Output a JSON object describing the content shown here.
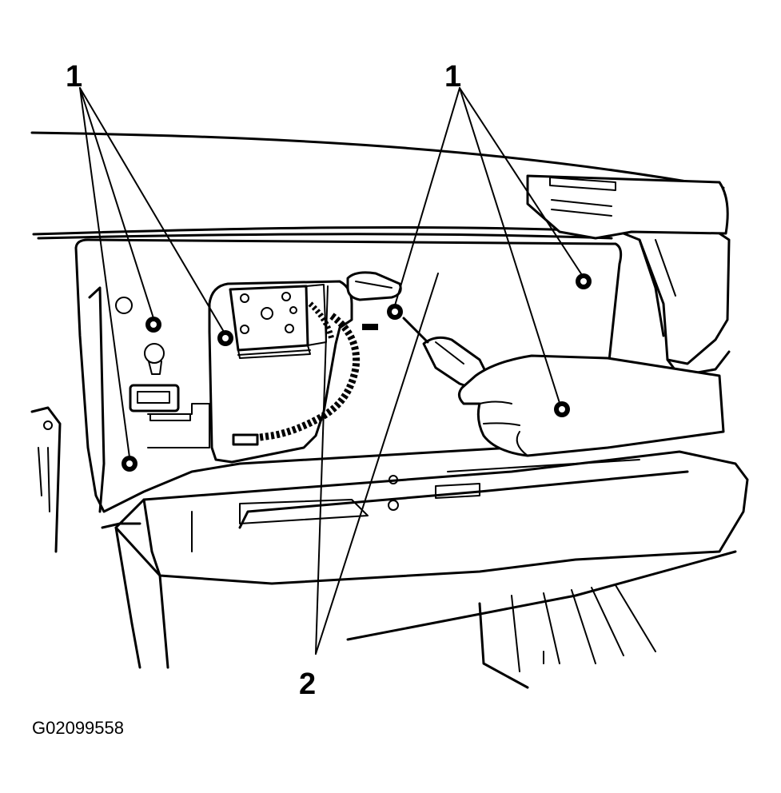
{
  "callouts": {
    "fastener_label": "1",
    "bracket_label": "2"
  },
  "figure_id": "G02099558",
  "colors": {
    "ink": "#000000",
    "paper": "#ffffff"
  }
}
